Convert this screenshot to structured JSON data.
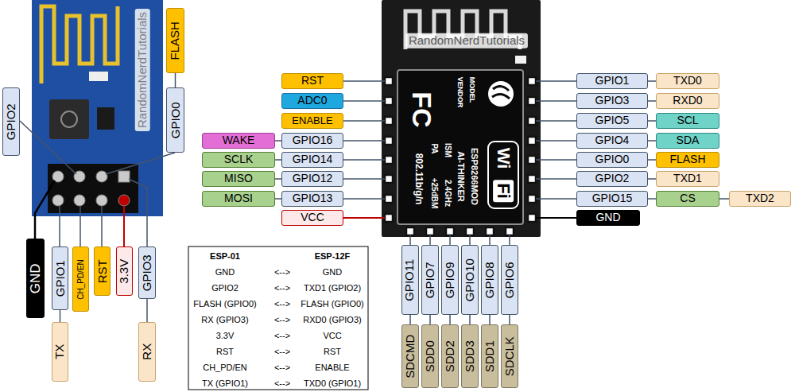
{
  "diagram": {
    "nodes": [
      {
        "text": [
          "GPIO2"
        ]
      },
      {
        "text": [
          "FLASH"
        ]
      },
      {
        "text": [
          "GPIO0"
        ]
      },
      {
        "text": [
          "GND"
        ]
      },
      {
        "text": [
          "GPIO1"
        ]
      },
      {
        "text": [
          "CH_PD/EN"
        ]
      },
      {
        "text": [
          "RST"
        ]
      },
      {
        "text": [
          "3.3V"
        ]
      },
      {
        "text": [
          "GPIO3"
        ]
      },
      {
        "text": [
          "TX"
        ]
      },
      {
        "text": [
          "RX"
        ]
      },
      {
        "text": [
          "RST"
        ]
      },
      {
        "text": [
          "ADC0"
        ]
      },
      {
        "text": [
          "ENABLE"
        ]
      },
      {
        "text": [
          "WAKE"
        ]
      },
      {
        "text": [
          "GPIO16"
        ]
      },
      {
        "text": [
          "SCLK"
        ]
      },
      {
        "text": [
          "GPIO14"
        ]
      },
      {
        "text": [
          "MISO"
        ]
      },
      {
        "text": [
          "GPIO12"
        ]
      },
      {
        "text": [
          "MOSI"
        ]
      },
      {
        "text": [
          "GPIO13"
        ]
      },
      {
        "text": [
          "VCC"
        ]
      },
      {
        "text": [
          "GPIO1"
        ]
      },
      {
        "text": [
          "TXD0"
        ]
      },
      {
        "text": [
          "GPIO3"
        ]
      },
      {
        "text": [
          "RXD0"
        ]
      },
      {
        "text": [
          "GPIO5"
        ]
      },
      {
        "text": [
          "SCL"
        ]
      },
      {
        "text": [
          "GPIO4"
        ]
      },
      {
        "text": [
          "SDA"
        ]
      },
      {
        "text": [
          "GPIO0"
        ]
      },
      {
        "text": [
          "FLASH"
        ]
      },
      {
        "text": [
          "GPIO2"
        ]
      },
      {
        "text": [
          "TXD1"
        ]
      },
      {
        "text": [
          "GPIO15"
        ]
      },
      {
        "text": [
          "CS"
        ]
      },
      {
        "text": [
          "TXD2"
        ]
      },
      {
        "text": [
          "GND"
        ]
      },
      {
        "text": [
          "GPIO11"
        ]
      },
      {
        "text": [
          "SDCMD"
        ]
      },
      {
        "text": [
          "GPIO7"
        ]
      },
      {
        "text": [
          "SDD0"
        ]
      },
      {
        "text": [
          "GPIO9"
        ]
      },
      {
        "text": [
          "SDD2"
        ]
      },
      {
        "text": [
          "GPIO10"
        ]
      },
      {
        "text": [
          "SDD3"
        ]
      },
      {
        "text": [
          "GPIO8"
        ]
      },
      {
        "text": [
          "SDD1"
        ]
      },
      {
        "text": [
          "GPIO6"
        ]
      },
      {
        "text": [
          "SDCLK"
        ]
      }
    ],
    "edges": [
      {
        "from": 2,
        "to": 1,
        "arrow": "none"
      },
      {
        "from": 4,
        "to": 9,
        "arrow": "none"
      },
      {
        "from": 8,
        "to": 10,
        "arrow": "none"
      },
      {
        "from": 15,
        "to": 14,
        "arrow": "none"
      },
      {
        "from": 17,
        "to": 16,
        "arrow": "none"
      },
      {
        "from": 19,
        "to": 18,
        "arrow": "none"
      },
      {
        "from": 21,
        "to": 20,
        "arrow": "none"
      },
      {
        "from": 23,
        "to": 24,
        "arrow": "none"
      },
      {
        "from": 25,
        "to": 26,
        "arrow": "none"
      },
      {
        "from": 27,
        "to": 28,
        "arrow": "none"
      },
      {
        "from": 29,
        "to": 30,
        "arrow": "none"
      },
      {
        "from": 31,
        "to": 32,
        "arrow": "none"
      },
      {
        "from": 33,
        "to": 34,
        "arrow": "none"
      },
      {
        "from": 35,
        "to": 36,
        "arrow": "none"
      },
      {
        "from": 36,
        "to": 37,
        "arrow": "none"
      },
      {
        "from": 39,
        "to": 40,
        "arrow": "none"
      },
      {
        "from": 41,
        "to": 42,
        "arrow": "none"
      },
      {
        "from": 43,
        "to": 44,
        "arrow": "none"
      },
      {
        "from": 45,
        "to": 46,
        "arrow": "none"
      },
      {
        "from": 47,
        "to": 48,
        "arrow": "none"
      },
      {
        "from": 49,
        "to": 50,
        "arrow": "none"
      }
    ],
    "labels": [
      "RandomNerdTutorials",
      "RandomNerdTutorials",
      "MODEL",
      "VENDOR",
      "FC",
      "ESP8266MOD",
      "AI-THINKER",
      "ISM",
      "2.4GHz",
      "PA",
      "+25dBM",
      "802.11b/g/n",
      "Wi",
      "Fi",
      "ESP-01",
      "ESP-12F",
      "GND",
      "<-->",
      "GND",
      "GPIO2",
      "<-->",
      "TXD1 (GPIO2)",
      "FLASH (GPIO0)",
      "<-->",
      "FLASH (GPIO0)",
      "RX (GPIO3)",
      "<-->",
      "RXD0 (GPIO3)",
      "3.3V",
      "<-->",
      "VCC",
      "RST",
      "<-->",
      "RST",
      "CH_PD/EN",
      "<-->",
      "ENABLE",
      "TX (GPIO1)",
      "<-->",
      "TXD0 (GPIO1)"
    ]
  }
}
